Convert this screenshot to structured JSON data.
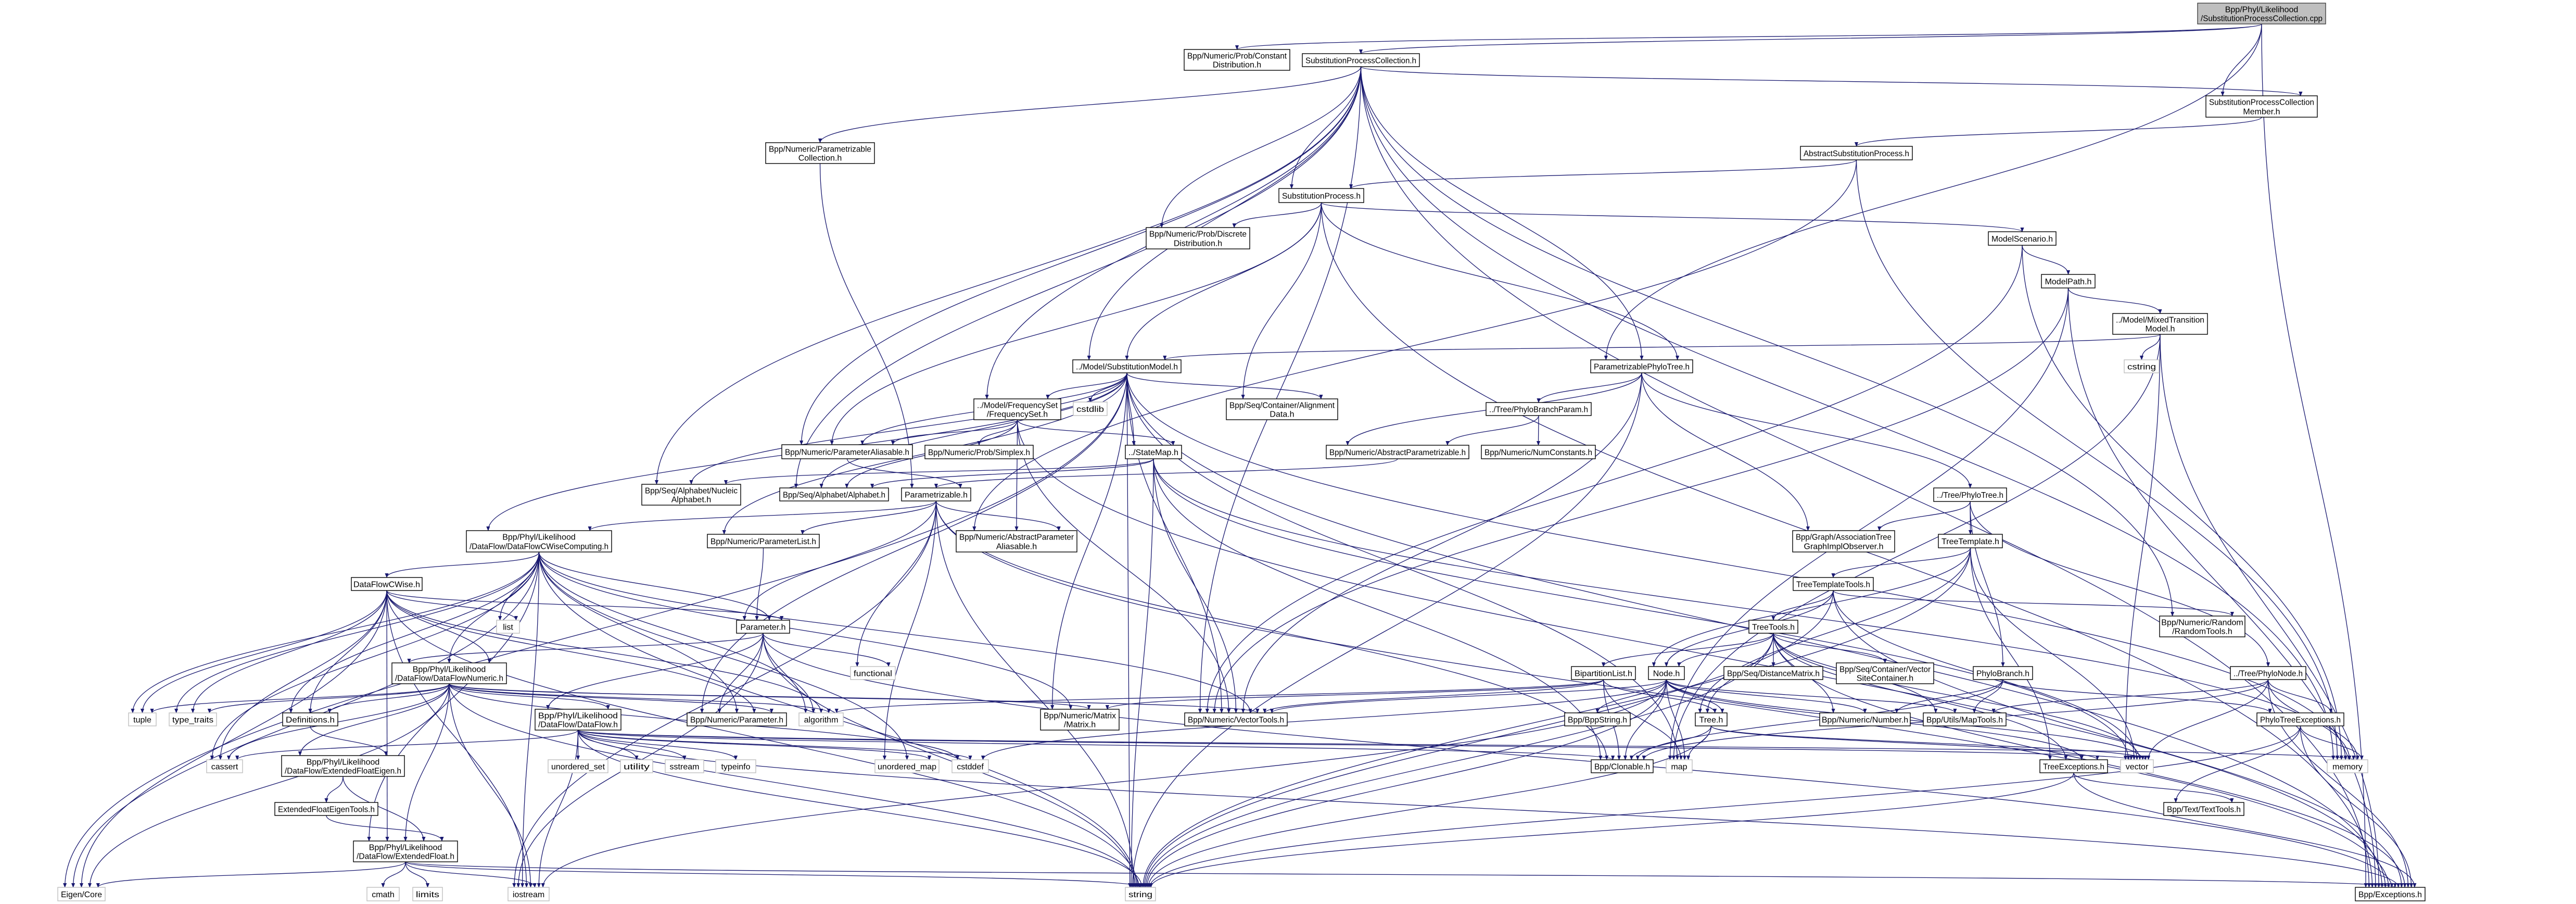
{
  "colors": {
    "edge": "#191970",
    "root_fill": "#bfbfbf",
    "system_border": "#bfbfbf",
    "node_border": "#000000"
  },
  "nodes": [
    {
      "id": "root",
      "label": "Bpp/Phyl/Likelihood\n/SubstitutionProcessCollection.cpp",
      "kind": "root"
    },
    {
      "id": "constdist",
      "label": "Bpp/Numeric/Prob/Constant\nDistribution.h"
    },
    {
      "id": "spc",
      "label": "SubstitutionProcessCollection.h"
    },
    {
      "id": "spcm",
      "label": "SubstitutionProcessCollection\nMember.h"
    },
    {
      "id": "pcoll",
      "label": "Bpp/Numeric/Parametrizable\nCollection.h"
    },
    {
      "id": "asp",
      "label": "AbstractSubstitutionProcess.h"
    },
    {
      "id": "sp",
      "label": "SubstitutionProcess.h"
    },
    {
      "id": "ddist",
      "label": "Bpp/Numeric/Prob/Discrete\nDistribution.h"
    },
    {
      "id": "mscen",
      "label": "ModelScenario.h"
    },
    {
      "id": "mpath",
      "label": "ModelPath.h"
    },
    {
      "id": "mixed",
      "label": "../Model/MixedTransition\nModel.h"
    },
    {
      "id": "smodel",
      "label": "../Model/SubstitutionModel.h"
    },
    {
      "id": "cstring",
      "label": "cstring",
      "kind": "system"
    },
    {
      "id": "ppt",
      "label": "ParametrizablePhyloTree.h"
    },
    {
      "id": "freq",
      "label": "../Model/FrequencySet\n/FrequencySet.h"
    },
    {
      "id": "cstdlib",
      "label": "cstdlib",
      "kind": "system"
    },
    {
      "id": "align",
      "label": "Bpp/Seq/Container/Alignment\nData.h"
    },
    {
      "id": "pbp",
      "label": "../Tree/PhyloBranchParam.h"
    },
    {
      "id": "paral",
      "label": "Bpp/Numeric/ParameterAliasable.h"
    },
    {
      "id": "simplex",
      "label": "Bpp/Numeric/Prob/Simplex.h"
    },
    {
      "id": "statemap",
      "label": "../StateMap.h"
    },
    {
      "id": "apar",
      "label": "Bpp/Numeric/AbstractParametrizable.h"
    },
    {
      "id": "numc",
      "label": "Bpp/Numeric/NumConstants.h"
    },
    {
      "id": "nucl",
      "label": "Bpp/Seq/Alphabet/Nucleic\nAlphabet.h"
    },
    {
      "id": "alpha",
      "label": "Bpp/Seq/Alphabet/Alphabet.h"
    },
    {
      "id": "parz",
      "label": "Parametrizable.h"
    },
    {
      "id": "phylotree",
      "label": "../Tree/PhyloTree.h"
    },
    {
      "id": "dfcwc",
      "label": "Bpp/Phyl/Likelihood\n/DataFlow/DataFlowCWiseComputing.h"
    },
    {
      "id": "plist",
      "label": "Bpp/Numeric/ParameterList.h"
    },
    {
      "id": "apal",
      "label": "Bpp/Numeric/AbstractParameter\nAliasable.h"
    },
    {
      "id": "atg",
      "label": "Bpp/Graph/AssociationTree\nGraphImplObserver.h"
    },
    {
      "id": "ttemp",
      "label": "TreeTemplate.h"
    },
    {
      "id": "dfcw",
      "label": "DataFlowCWise.h"
    },
    {
      "id": "ttt",
      "label": "TreeTemplateTools.h"
    },
    {
      "id": "randt",
      "label": "Bpp/Numeric/Random\n/RandomTools.h"
    },
    {
      "id": "list",
      "label": "list",
      "kind": "system"
    },
    {
      "id": "param",
      "label": "Parameter.h"
    },
    {
      "id": "ttools",
      "label": "TreeTools.h"
    },
    {
      "id": "dfnum",
      "label": "Bpp/Phyl/Likelihood\n/DataFlow/DataFlowNumeric.h"
    },
    {
      "id": "functional",
      "label": "functional",
      "kind": "system"
    },
    {
      "id": "bipl",
      "label": "BipartitionList.h"
    },
    {
      "id": "node",
      "label": "Node.h"
    },
    {
      "id": "dmat",
      "label": "Bpp/Seq/DistanceMatrix.h"
    },
    {
      "id": "vsc",
      "label": "Bpp/Seq/Container/Vector\nSiteContainer.h"
    },
    {
      "id": "pbranch",
      "label": "PhyloBranch.h"
    },
    {
      "id": "pnode",
      "label": "../Tree/PhyloNode.h"
    },
    {
      "id": "dataflow",
      "label": "Bpp/Phyl/Likelihood\n/DataFlow/DataFlow.h"
    },
    {
      "id": "matrix",
      "label": "Bpp/Numeric/Matrix\n/Matrix.h"
    },
    {
      "id": "tuple",
      "label": "tuple",
      "kind": "system"
    },
    {
      "id": "typetraits",
      "label": "type_traits",
      "kind": "system"
    },
    {
      "id": "defs",
      "label": "Definitions.h"
    },
    {
      "id": "nparam",
      "label": "Bpp/Numeric/Parameter.h"
    },
    {
      "id": "algorithm",
      "label": "algorithm",
      "kind": "system"
    },
    {
      "id": "vtools",
      "label": "Bpp/Numeric/VectorTools.h"
    },
    {
      "id": "bppstr",
      "label": "Bpp/BppString.h"
    },
    {
      "id": "tree",
      "label": "Tree.h"
    },
    {
      "id": "number",
      "label": "Bpp/Numeric/Number.h"
    },
    {
      "id": "maptools",
      "label": "Bpp/Utils/MapTools.h"
    },
    {
      "id": "pte",
      "label": "PhyloTreeExceptions.h"
    },
    {
      "id": "cassert",
      "label": "cassert",
      "kind": "system"
    },
    {
      "id": "efeigen",
      "label": "Bpp/Phyl/Likelihood\n/DataFlow/ExtendedFloatEigen.h"
    },
    {
      "id": "uset",
      "label": "unordered_set",
      "kind": "system"
    },
    {
      "id": "utility",
      "label": "utility",
      "kind": "system"
    },
    {
      "id": "sstream",
      "label": "sstream",
      "kind": "system"
    },
    {
      "id": "typeinfo",
      "label": "typeinfo",
      "kind": "system"
    },
    {
      "id": "umap",
      "label": "unordered_map",
      "kind": "system"
    },
    {
      "id": "cstddef",
      "label": "cstddef",
      "kind": "system"
    },
    {
      "id": "clonable",
      "label": "Bpp/Clonable.h"
    },
    {
      "id": "map",
      "label": "map",
      "kind": "system"
    },
    {
      "id": "texc",
      "label": "TreeExceptions.h"
    },
    {
      "id": "vector",
      "label": "vector",
      "kind": "system"
    },
    {
      "id": "memory",
      "label": "memory",
      "kind": "system"
    },
    {
      "id": "eftools",
      "label": "ExtendedFloatEigenTools.h"
    },
    {
      "id": "texttools",
      "label": "Bpp/Text/TextTools.h"
    },
    {
      "id": "efloat",
      "label": "Bpp/Phyl/Likelihood\n/DataFlow/ExtendedFloat.h"
    },
    {
      "id": "eigen",
      "label": "Eigen/Core",
      "kind": "system"
    },
    {
      "id": "cmath",
      "label": "cmath",
      "kind": "system"
    },
    {
      "id": "limits",
      "label": "limits",
      "kind": "system"
    },
    {
      "id": "iostream",
      "label": "iostream",
      "kind": "system"
    },
    {
      "id": "string",
      "label": "string",
      "kind": "system"
    },
    {
      "id": "exceptions",
      "label": "Bpp/Exceptions.h"
    }
  ],
  "edges": [
    [
      "root",
      "constdist"
    ],
    [
      "root",
      "spc"
    ],
    [
      "root",
      "spcm"
    ],
    [
      "root",
      "ppt"
    ],
    [
      "root",
      "exceptions"
    ],
    [
      "spc",
      "pcoll"
    ],
    [
      "spc",
      "sp"
    ],
    [
      "spc",
      "ddist"
    ],
    [
      "spc",
      "smodel"
    ],
    [
      "spc",
      "freq"
    ],
    [
      "spc",
      "nucl"
    ],
    [
      "spc",
      "alpha"
    ],
    [
      "spc",
      "ppt"
    ],
    [
      "spc",
      "spcm"
    ],
    [
      "spc",
      "randt"
    ],
    [
      "spc",
      "vtools"
    ],
    [
      "spc",
      "exceptions"
    ],
    [
      "spc",
      "memory"
    ],
    [
      "spc",
      "paral"
    ],
    [
      "pcoll",
      "parz"
    ],
    [
      "spcm",
      "asp"
    ],
    [
      "asp",
      "sp"
    ],
    [
      "asp",
      "apal"
    ],
    [
      "asp",
      "memory"
    ],
    [
      "sp",
      "ddist"
    ],
    [
      "sp",
      "smodel"
    ],
    [
      "sp",
      "ppt"
    ],
    [
      "sp",
      "mscen"
    ],
    [
      "sp",
      "align"
    ],
    [
      "sp",
      "paral"
    ],
    [
      "sp",
      "exceptions"
    ],
    [
      "mscen",
      "mpath"
    ],
    [
      "mscen",
      "vtools"
    ],
    [
      "mscen",
      "memory"
    ],
    [
      "mpath",
      "mixed"
    ],
    [
      "mpath",
      "vtools"
    ],
    [
      "mpath",
      "exceptions"
    ],
    [
      "mpath",
      "map"
    ],
    [
      "mixed",
      "smodel"
    ],
    [
      "mixed",
      "cstring"
    ],
    [
      "mixed",
      "vector"
    ],
    [
      "mixed",
      "exceptions"
    ],
    [
      "mixed",
      "map"
    ],
    [
      "smodel",
      "freq"
    ],
    [
      "smodel",
      "cstdlib"
    ],
    [
      "smodel",
      "align"
    ],
    [
      "smodel",
      "statemap"
    ],
    [
      "smodel",
      "paral"
    ],
    [
      "smodel",
      "alpha"
    ],
    [
      "smodel",
      "nucl"
    ],
    [
      "smodel",
      "matrix"
    ],
    [
      "smodel",
      "vtools"
    ],
    [
      "smodel",
      "exceptions"
    ],
    [
      "smodel",
      "nparam"
    ],
    [
      "smodel",
      "plist"
    ],
    [
      "smodel",
      "eigen"
    ],
    [
      "smodel",
      "string"
    ],
    [
      "smodel",
      "dfcwc"
    ],
    [
      "smodel",
      "memory"
    ],
    [
      "smodel",
      "map"
    ],
    [
      "freq",
      "paral"
    ],
    [
      "freq",
      "simplex"
    ],
    [
      "freq",
      "statemap"
    ],
    [
      "freq",
      "apal"
    ],
    [
      "freq",
      "alpha"
    ],
    [
      "freq",
      "vtools"
    ],
    [
      "freq",
      "exceptions"
    ],
    [
      "statemap",
      "alpha"
    ],
    [
      "statemap",
      "nucl"
    ],
    [
      "statemap",
      "vtools"
    ],
    [
      "statemap",
      "string"
    ],
    [
      "statemap",
      "vector"
    ],
    [
      "statemap",
      "clonable"
    ],
    [
      "statemap",
      "memory"
    ],
    [
      "ppt",
      "pbp"
    ],
    [
      "ppt",
      "phylotree"
    ],
    [
      "ppt",
      "apar"
    ],
    [
      "ppt",
      "atg"
    ],
    [
      "ppt",
      "vtools"
    ],
    [
      "ppt",
      "string"
    ],
    [
      "pbp",
      "apar"
    ],
    [
      "pbp",
      "numc"
    ],
    [
      "apar",
      "parz"
    ],
    [
      "paral",
      "parz"
    ],
    [
      "parz",
      "dfcwc"
    ],
    [
      "parz",
      "plist"
    ],
    [
      "parz",
      "param"
    ],
    [
      "parz",
      "apal"
    ],
    [
      "parz",
      "clonable"
    ],
    [
      "parz",
      "string"
    ],
    [
      "parz",
      "exceptions"
    ],
    [
      "parz",
      "functional"
    ],
    [
      "parz",
      "umap"
    ],
    [
      "parz",
      "iostream"
    ],
    [
      "plist",
      "param"
    ],
    [
      "param",
      "dfnum"
    ],
    [
      "param",
      "dataflow"
    ],
    [
      "param",
      "nparam"
    ],
    [
      "param",
      "functional"
    ],
    [
      "param",
      "algorithm"
    ],
    [
      "param",
      "string"
    ],
    [
      "param",
      "exceptions"
    ],
    [
      "param",
      "iostream"
    ],
    [
      "dfcwc",
      "dfcw"
    ],
    [
      "dfcwc",
      "dfnum"
    ],
    [
      "dfcwc",
      "defs"
    ],
    [
      "dfcwc",
      "efloat"
    ],
    [
      "dfcwc",
      "eigen"
    ],
    [
      "dfcwc",
      "tuple"
    ],
    [
      "dfcwc",
      "typetraits"
    ],
    [
      "dfcwc",
      "list"
    ],
    [
      "dfcwc",
      "cassert"
    ],
    [
      "dfcwc",
      "param"
    ],
    [
      "dfcwc",
      "nparam"
    ],
    [
      "dfcwc",
      "algorithm"
    ],
    [
      "dfcwc",
      "string"
    ],
    [
      "dfcwc",
      "iostream"
    ],
    [
      "dfcwc",
      "matrix"
    ],
    [
      "dfcwc",
      "vtools"
    ],
    [
      "dfcwc",
      "umap"
    ],
    [
      "dfcw",
      "param"
    ],
    [
      "dfcw",
      "dfnum"
    ],
    [
      "dfcw",
      "defs"
    ],
    [
      "dfcw",
      "list"
    ],
    [
      "dfcw",
      "tuple"
    ],
    [
      "dfcw",
      "typetraits"
    ],
    [
      "dfcw",
      "cassert"
    ],
    [
      "dfcw",
      "efloat"
    ],
    [
      "dfcw",
      "eigen"
    ],
    [
      "dfcw",
      "algorithm"
    ],
    [
      "dfcw",
      "nparam"
    ],
    [
      "dfcw",
      "string"
    ],
    [
      "dfcw",
      "iostream"
    ],
    [
      "dfnum",
      "dataflow"
    ],
    [
      "dfnum",
      "defs"
    ],
    [
      "dfnum",
      "efeigen"
    ],
    [
      "dfnum",
      "efloat"
    ],
    [
      "dfnum",
      "tuple"
    ],
    [
      "dfnum",
      "typetraits"
    ],
    [
      "dfnum",
      "cassert"
    ],
    [
      "dfnum",
      "eigen"
    ],
    [
      "dfnum",
      "nparam"
    ],
    [
      "dfnum",
      "algorithm"
    ],
    [
      "dfnum",
      "vtools"
    ],
    [
      "dfnum",
      "matrix"
    ],
    [
      "dfnum",
      "string"
    ],
    [
      "dfnum",
      "iostream"
    ],
    [
      "dfnum",
      "cstddef"
    ],
    [
      "defs",
      "efeigen"
    ],
    [
      "efeigen",
      "eftools"
    ],
    [
      "efeigen",
      "efloat"
    ],
    [
      "eftools",
      "efloat"
    ],
    [
      "efloat",
      "eigen"
    ],
    [
      "efloat",
      "cmath"
    ],
    [
      "efloat",
      "limits"
    ],
    [
      "efloat",
      "iostream"
    ],
    [
      "efloat",
      "string"
    ],
    [
      "efloat",
      "exceptions"
    ],
    [
      "dataflow",
      "cassert"
    ],
    [
      "dataflow",
      "uset"
    ],
    [
      "dataflow",
      "utility"
    ],
    [
      "dataflow",
      "sstream"
    ],
    [
      "dataflow",
      "typeinfo"
    ],
    [
      "dataflow",
      "umap"
    ],
    [
      "dataflow",
      "cstddef"
    ],
    [
      "dataflow",
      "string"
    ],
    [
      "dataflow",
      "iostream"
    ],
    [
      "dataflow",
      "memory"
    ],
    [
      "dataflow",
      "vector"
    ],
    [
      "dataflow",
      "exceptions"
    ],
    [
      "dataflow",
      "clonable"
    ],
    [
      "phylotree",
      "atg"
    ],
    [
      "phylotree",
      "ttemp"
    ],
    [
      "phylotree",
      "pbranch"
    ],
    [
      "phylotree",
      "pnode"
    ],
    [
      "ttemp",
      "ttt"
    ],
    [
      "ttemp",
      "node"
    ],
    [
      "ttemp",
      "tree"
    ],
    [
      "ttemp",
      "texc"
    ],
    [
      "ttemp",
      "string"
    ],
    [
      "ttemp",
      "vector"
    ],
    [
      "ttt",
      "ttools"
    ],
    [
      "ttt",
      "node"
    ],
    [
      "ttt",
      "randt"
    ],
    [
      "ttt",
      "string"
    ],
    [
      "ttt",
      "vector"
    ],
    [
      "ttt",
      "exceptions"
    ],
    [
      "ttools",
      "dmat"
    ],
    [
      "ttools",
      "vsc"
    ],
    [
      "ttools",
      "bipl"
    ],
    [
      "ttools",
      "node"
    ],
    [
      "ttools",
      "tree"
    ],
    [
      "ttools",
      "texc"
    ],
    [
      "ttools",
      "number"
    ],
    [
      "ttools",
      "maptools"
    ],
    [
      "ttools",
      "string"
    ],
    [
      "ttools",
      "vector"
    ],
    [
      "ttools",
      "exceptions"
    ],
    [
      "bipl",
      "tree"
    ],
    [
      "bipl",
      "clonable"
    ],
    [
      "bipl",
      "vtools"
    ],
    [
      "bipl",
      "matrix"
    ],
    [
      "bipl",
      "map"
    ],
    [
      "bipl",
      "algorithm"
    ],
    [
      "node",
      "bppstr"
    ],
    [
      "node",
      "tree"
    ],
    [
      "node",
      "texc"
    ],
    [
      "node",
      "number"
    ],
    [
      "node",
      "maptools"
    ],
    [
      "node",
      "clonable"
    ],
    [
      "node",
      "map"
    ],
    [
      "node",
      "string"
    ],
    [
      "node",
      "vector"
    ],
    [
      "node",
      "vtools"
    ],
    [
      "node",
      "cstddef"
    ],
    [
      "node",
      "iostream"
    ],
    [
      "tree",
      "texc"
    ],
    [
      "tree",
      "clonable"
    ],
    [
      "tree",
      "map"
    ],
    [
      "tree",
      "string"
    ],
    [
      "tree",
      "vector"
    ],
    [
      "pbranch",
      "pte"
    ],
    [
      "pbranch",
      "number"
    ],
    [
      "pbranch",
      "maptools"
    ],
    [
      "pbranch",
      "clonable"
    ],
    [
      "pnode",
      "pte"
    ],
    [
      "pnode",
      "maptools"
    ],
    [
      "pnode",
      "vector"
    ],
    [
      "pnode",
      "memory"
    ],
    [
      "pnode",
      "exceptions"
    ],
    [
      "pnode",
      "clonable"
    ],
    [
      "pte",
      "texttools"
    ],
    [
      "pte",
      "exceptions"
    ],
    [
      "pte",
      "memory"
    ],
    [
      "pte",
      "string"
    ],
    [
      "texc",
      "texttools"
    ],
    [
      "texc",
      "exceptions"
    ],
    [
      "texc",
      "string"
    ]
  ]
}
